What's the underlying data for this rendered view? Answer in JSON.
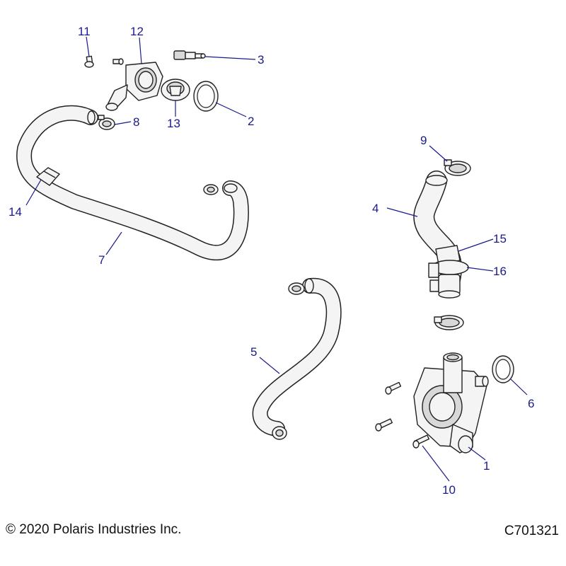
{
  "footer": {
    "copyright": "© 2020 Polaris Industries Inc.",
    "drawing_number": "C701321"
  },
  "callouts": {
    "c1": "1",
    "c2": "2",
    "c3": "3",
    "c4": "4",
    "c5": "5",
    "c6": "6",
    "c7": "7",
    "c8": "8",
    "c9": "9",
    "c10": "10",
    "c11": "11",
    "c12": "12",
    "c13": "13",
    "c14": "14",
    "c15": "15",
    "c16": "16"
  }
}
